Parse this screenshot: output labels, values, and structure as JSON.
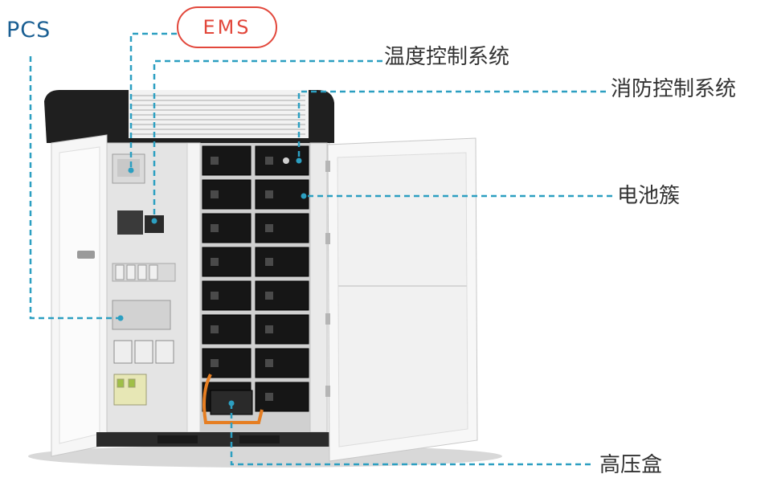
{
  "labels": {
    "pcs": "PCS",
    "ems": "EMS",
    "temperature_control": "温度控制系统",
    "fire_control": "消防控制系统",
    "battery_cluster": "电池簇",
    "high_voltage_box": "高压盒"
  },
  "colors": {
    "leader_line": "#2c9fc1",
    "ems_accent": "#e2473b",
    "pcs_text": "#1a5f93",
    "label_text": "#333333",
    "cabinet_top": "#1f1f1f",
    "battery_module": "#161616"
  }
}
